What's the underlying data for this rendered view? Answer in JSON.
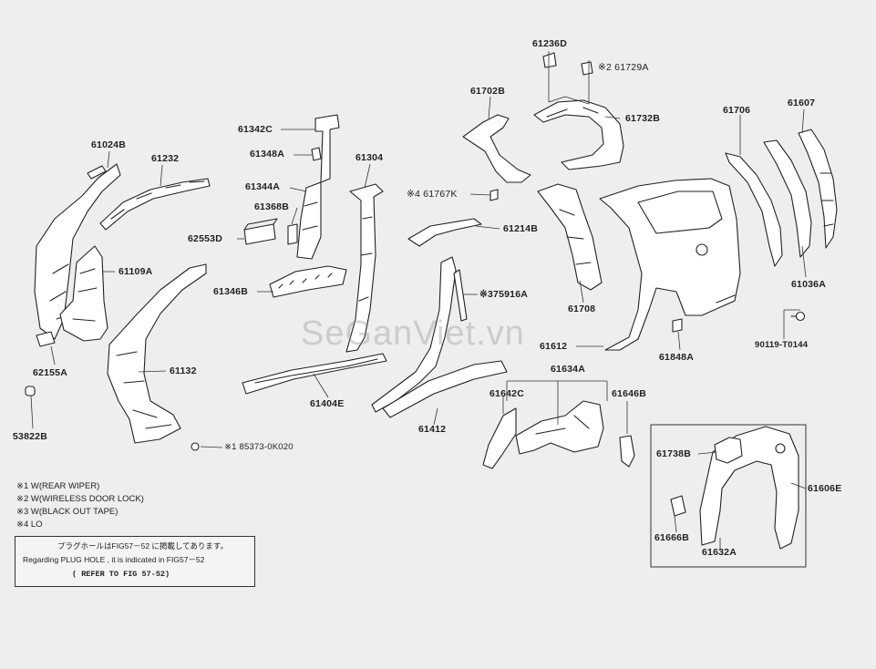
{
  "parts": {
    "p61024B": "61024B",
    "p61232": "61232",
    "p61109A": "61109A",
    "p62155A": "62155A",
    "p53822B": "53822B",
    "p61132": "61132",
    "p85373": "※1 85373-0K020",
    "p61342C": "61342C",
    "p61348A": "61348A",
    "p61344A": "61344A",
    "p61368B": "61368B",
    "p62553D": "62553D",
    "p61346B": "61346B",
    "p61304": "61304",
    "p61404E": "61404E",
    "p61702B": "61702B",
    "p61767K": "※4 61767K",
    "p61214B": "61214B",
    "p375916A": "※375916A",
    "p61412": "61412",
    "p61236D": "61236D",
    "p61729A": "※2 61729A",
    "p61732B": "61732B",
    "p61708": "61708",
    "p61612": "61612",
    "p61634A": "61634A",
    "p61642C": "61642C",
    "p61646B": "61646B",
    "p61706": "61706",
    "p61607": "61607",
    "p61036A": "61036A",
    "p61848A": "61848A",
    "p90119": "90119-T0144",
    "p61738B": "61738B",
    "p61606E": "61606E",
    "p61666B": "61666B",
    "p61632A": "61632A"
  },
  "notes": [
    "※1  W(REAR WIPER)",
    "※2  W(WIRELESS DOOR LOCK)",
    "※3  W(BLACK OUT TAPE)",
    "※4  LO"
  ],
  "plug_box": {
    "line1": "プラグホールはFIG57－52 に掲載してあります。",
    "line2": "Regarding PLUG HOLE , it is indicated in FIG57－52",
    "line3": "(   REFER TO FIG 57-52)"
  },
  "watermark": "SeGanViet.vn"
}
